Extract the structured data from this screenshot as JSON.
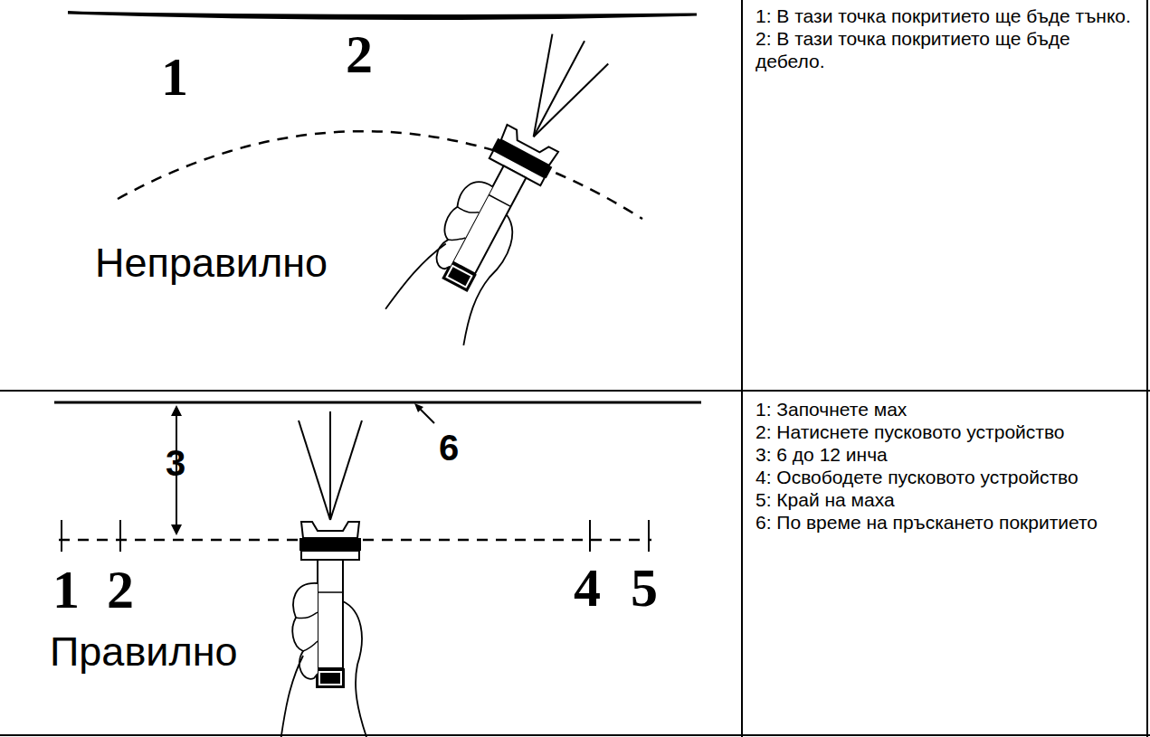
{
  "diagram": {
    "labels": [
      "1",
      "2",
      "Неправилно",
      "1: В тази точка покритието ще бъде тънко.",
      "2: В тази точка покритието ще бъде дебело.",
      "3",
      "6",
      "1",
      "2",
      "4",
      "5",
      "Правилно",
      "1: Започнете мах",
      "2: Натиснете пусковото устройство",
      "3: 6 до 12 инча",
      "4: Освободете пусковото устройство",
      "5: Край на маха",
      "6: По време на пръскането покритието"
    ]
  }
}
